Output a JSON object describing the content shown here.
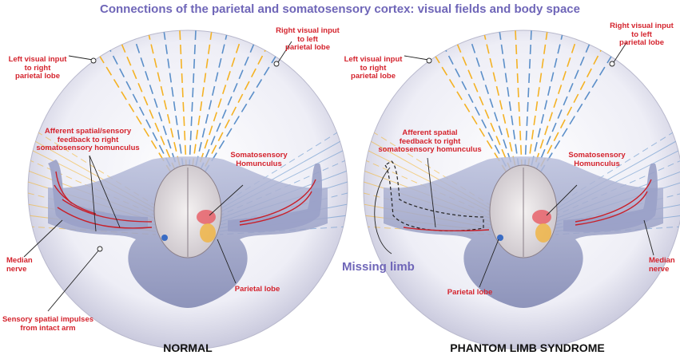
{
  "title": "Connections of the parietal and somatosensory cortex: visual fields and body space",
  "colors": {
    "label_red": "#d4232d",
    "title_purple": "#6f66b8",
    "visual_yellow": "#f4b224",
    "visual_blue": "#5b8fc9",
    "nerve_red": "#c8202a"
  },
  "panels": {
    "normal": {
      "caption": "NORMAL",
      "labels": {
        "left_visual": "Left visual input\nto right\nparietal lobe",
        "right_visual": "Right visual input\nto left\nparietal lobe",
        "afferent": "Afferent spatial/sensory\nfeedback to right\nsomatosensory homunculus",
        "somatosensory": "Somatosensory\nHomunculus",
        "median": "Median\nnerve",
        "parietal": "Parietal lobe",
        "sensory": "Sensory spatial impulses\nfrom intact arm"
      }
    },
    "phantom": {
      "caption": "PHANTOM LIMB SYNDROME",
      "missing_limb": "Missing limb",
      "labels": {
        "left_visual": "Left visual input\nto right\nparietal lobe",
        "right_visual": "Right visual input\nto left\nparietal lobe",
        "afferent": "Afferent spatial\nfeedback to right\nsomatosensory homunculus",
        "somatosensory": "Somatosensory\nHomunculus",
        "parietal": "Parietal lobe",
        "median": "Median\nnerve"
      }
    }
  }
}
